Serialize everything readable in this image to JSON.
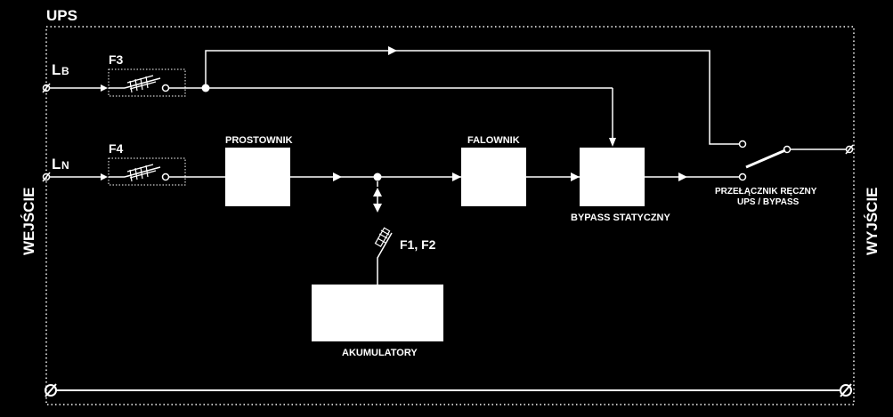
{
  "title": "UPS",
  "inputs": {
    "side_label": "WEJŚCIE",
    "lb_main": "L",
    "lb_sub": "B",
    "ln_main": "L",
    "ln_sub": "N"
  },
  "outputs": {
    "side_label": "WYJŚCIE"
  },
  "fuses": {
    "f3": "F3",
    "f4": "F4",
    "f1f2": "F1, F2"
  },
  "blocks": {
    "rectifier": "PROSTOWNIK",
    "inverter": "FALOWNIK",
    "static_bypass": "BYPASS STATYCZNY",
    "batteries": "AKUMULATORY"
  },
  "switch": {
    "line1": "PRZEŁĄCZNIK RĘCZNY",
    "line2": "UPS / BYPASS"
  },
  "colors": {
    "background": "#000000",
    "line": "#ffffff"
  }
}
